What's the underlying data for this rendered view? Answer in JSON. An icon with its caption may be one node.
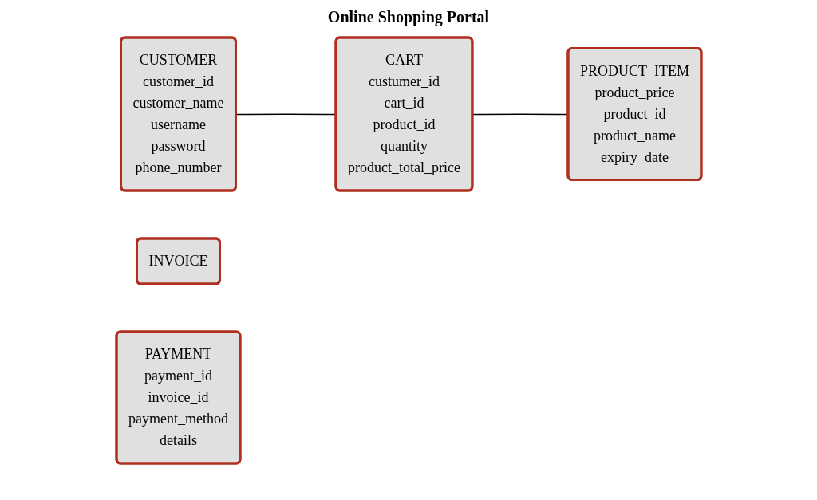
{
  "diagram": {
    "title": "Online Shopping Portal",
    "nodes": [
      {
        "text": [
          "CUSTOMER",
          "customer_id",
          "customer_name",
          "username",
          "password",
          "phone_number"
        ]
      },
      {
        "text": [
          "CART",
          "custumer_id",
          "cart_id",
          "product_id",
          "quantity",
          "product_total_price"
        ]
      },
      {
        "text": [
          "PRODUCT_ITEM",
          "product_price",
          "product_id",
          "product_name",
          "expiry_date"
        ]
      },
      {
        "text": [
          "INVOICE"
        ]
      },
      {
        "text": [
          "PAYMENT",
          "payment_id",
          "invoice_id",
          "payment_method",
          "details"
        ]
      }
    ],
    "edges": [
      {
        "from": 0,
        "to": 1,
        "arrow": "none"
      },
      {
        "from": 1,
        "to": 2,
        "arrow": "none"
      }
    ]
  }
}
